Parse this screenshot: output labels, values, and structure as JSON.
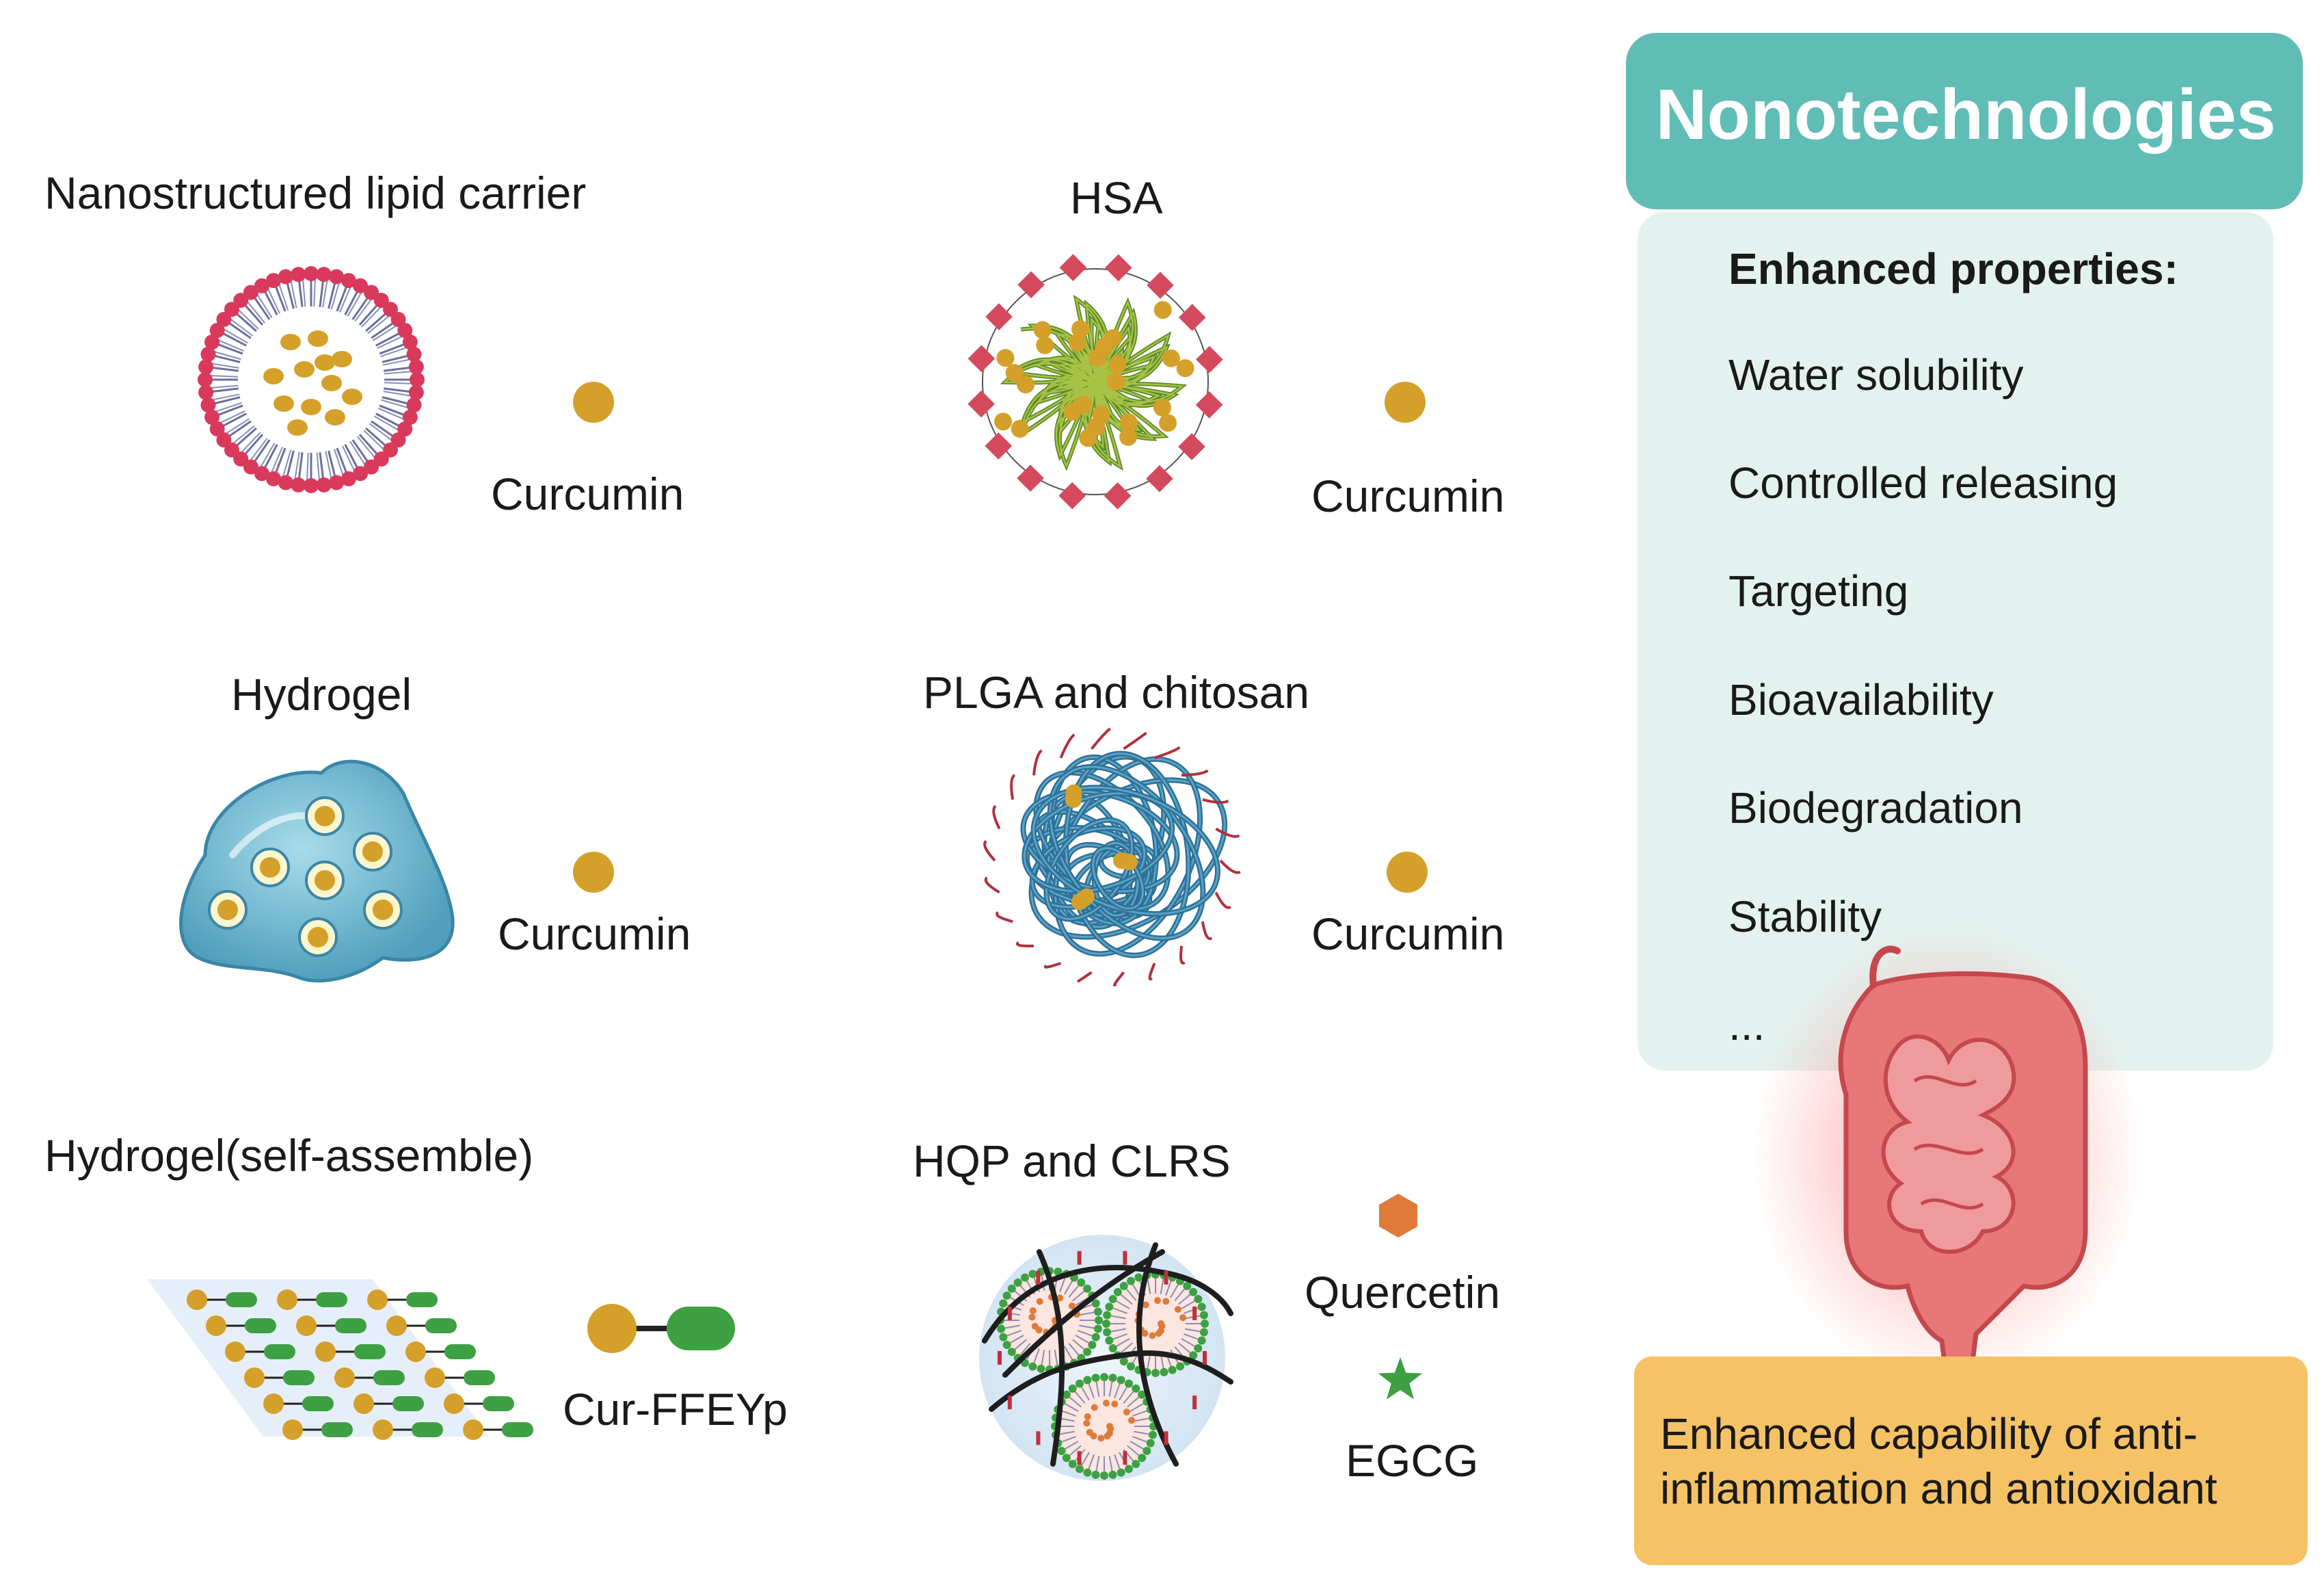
{
  "panels": {
    "nlc": {
      "title": "Nanostructured lipid carrier",
      "drug": "Curcumin"
    },
    "hsa": {
      "title": "HSA",
      "drug": "Curcumin"
    },
    "hydrogel": {
      "title": "Hydrogel",
      "drug": "Curcumin"
    },
    "plga": {
      "title": "PLGA and chitosan",
      "drug": "Curcumin"
    },
    "selfassemble": {
      "title": "Hydrogel(self-assemble)",
      "drug": "Cur-FFEYp"
    },
    "hqp": {
      "title": "HQP and CLRS",
      "drug_a": "Quercetin",
      "drug_b": "EGCG"
    }
  },
  "sidebar": {
    "header": "Nonotechnologies",
    "props_title": "Enhanced properties:",
    "properties": [
      "Water  solubility",
      "Controlled releasing",
      "Targeting",
      "Bioavailability",
      "Biodegradation",
      "Stability",
      "..."
    ],
    "result_line1": "Enhanced capability of anti-",
    "result_line2": "inflammation and antioxidant"
  },
  "colors": {
    "teal_header": "#5fbdb5",
    "teal_panel": "#e4f2ef",
    "result_box": "#f5c265",
    "curcumin": "#d4a02a",
    "lipid_head": "#d93a5c",
    "quercetin": "#e07a3a",
    "egcg": "#3da042",
    "peptide_green": "#3da042",
    "hydrogel_blue": "#7fc4d8",
    "intestine": "#e8777a"
  },
  "icons": [
    "nlc-particle-icon",
    "hsa-particle-icon",
    "hydrogel-blob-icon",
    "plga-sphere-icon",
    "self-assembly-sheet-icon",
    "hqp-particle-icon",
    "curcumin-dot-icon",
    "cur-ffeyp-icon",
    "quercetin-hexagon-icon",
    "egcg-star-icon",
    "intestine-icon"
  ]
}
